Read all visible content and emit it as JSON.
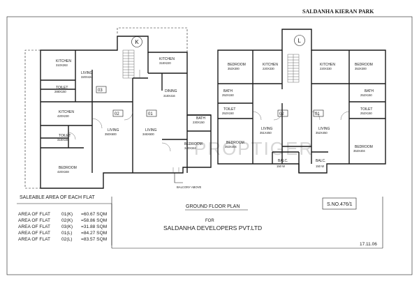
{
  "project_title": "SALDANHA KIERAN PARK",
  "watermark": "PROPTIGER",
  "plan_title": "GROUND FLOOR PLAN",
  "survey_number": "S.NO.476/1",
  "developer_for": "FOR",
  "developer_name": "SALDANHA DEVELOPERS PVT.LTD",
  "date": "17.11.06",
  "balcony_note": "BALCONY ABOVE",
  "blocks": {
    "left": "K",
    "right": "L"
  },
  "flat_numbers": {
    "f03": "03",
    "f02a": "02",
    "f01a": "01",
    "f02b": "02",
    "f01b": "01"
  },
  "rooms": {
    "kitchen_03": {
      "name": "KITCHEN",
      "dim": "310X263"
    },
    "living_03": {
      "name": "LIVING",
      "dim": "320X424"
    },
    "toilet_03": {
      "name": "TOILET",
      "dim": "288X150"
    },
    "kitchen_k01": {
      "name": "KITCHEN",
      "dim": "318X220"
    },
    "dining_k01": {
      "name": "DINING",
      "dim": "318X416"
    },
    "kitchen_02k": {
      "name": "KITCHEN",
      "dim": "420X230"
    },
    "toilet_02k": {
      "name": "TOILET",
      "dim": "318X150"
    },
    "bedroom_02k": {
      "name": "BEDROOM",
      "dim": "420X348"
    },
    "living_02k": {
      "name": "LIVING",
      "dim": "350X600"
    },
    "living_k01": {
      "name": "LIVING",
      "dim": "346X600"
    },
    "bath_k01": {
      "name": "BATH",
      "dim": "230X150"
    },
    "bedroom_k01": {
      "name": "BEDROOM",
      "dim": "340X344"
    },
    "bedroom_l02t": {
      "name": "BEDROOM",
      "dim": "353X300"
    },
    "kitchen_l02": {
      "name": "KITCHEN",
      "dim": "220X330"
    },
    "kitchen_l01": {
      "name": "KITCHEN",
      "dim": "220X330"
    },
    "bedroom_l01t": {
      "name": "BEDROOM",
      "dim": "353X300"
    },
    "bath_l02": {
      "name": "BATH",
      "dim": "252X150"
    },
    "toilet_l02": {
      "name": "TOILET",
      "dim": "252X150"
    },
    "bath_l01": {
      "name": "BATH",
      "dim": "252X150"
    },
    "toilet_l01": {
      "name": "TOILET",
      "dim": "252X150"
    },
    "living_l02": {
      "name": "LIVING",
      "dim": "351X450"
    },
    "living_l01": {
      "name": "LIVING",
      "dim": "352X450"
    },
    "bedroom_l02b": {
      "name": "BEDROOM",
      "dim": "353X404"
    },
    "bedroom_l01b": {
      "name": "BEDROOM",
      "dim": "353X404"
    },
    "balc_l02": {
      "name": "BALC.",
      "dim": "150 W"
    },
    "balc_l01": {
      "name": "BALC.",
      "dim": "150 W"
    }
  },
  "saleable_area": {
    "heading": "SALEABLE AREA OF EACH FLAT",
    "rows": [
      {
        "label": "AREA OF FLAT",
        "flat": "01(K)",
        "value": "=60.67 SQM"
      },
      {
        "label": "AREA OF FLAT",
        "flat": "02(K)",
        "value": "=58.86 SQM"
      },
      {
        "label": "AREA OF FLAT",
        "flat": "03(K)",
        "value": "=31.88 SQM"
      },
      {
        "label": "AREA OF FLAT",
        "flat": "01(L)",
        "value": "=84.27 SQM"
      },
      {
        "label": "AREA OF FLAT",
        "flat": "02(L)",
        "value": "=83.57 SQM"
      }
    ]
  }
}
